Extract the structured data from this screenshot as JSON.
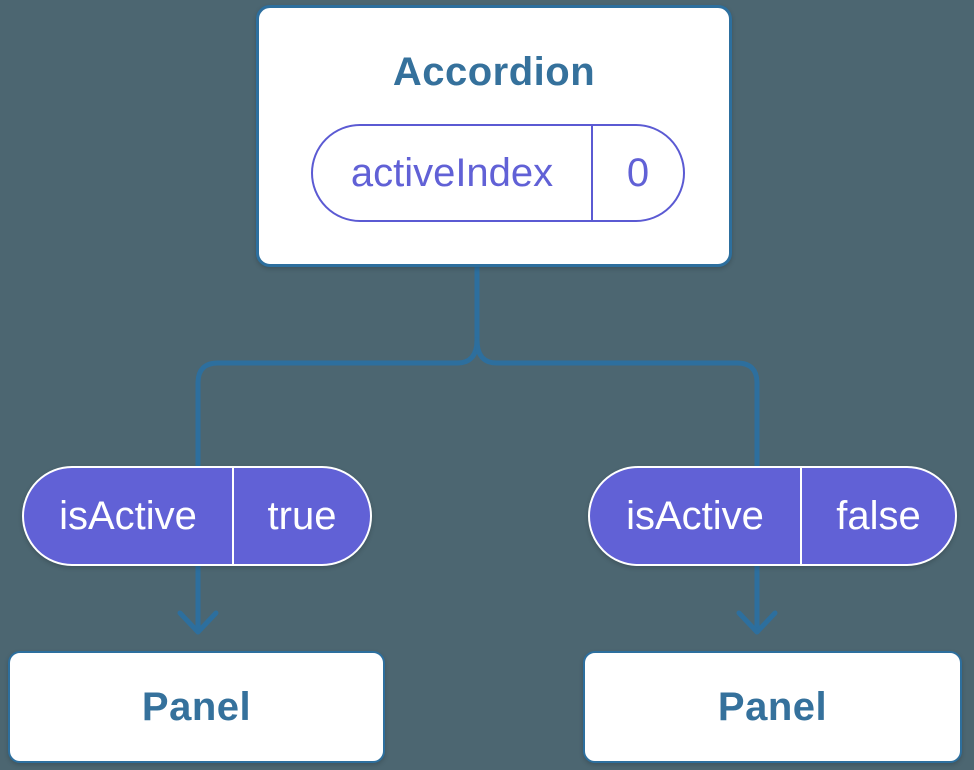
{
  "root": {
    "title": "Accordion",
    "state": {
      "name": "activeIndex",
      "value": "0"
    }
  },
  "children": [
    {
      "prop": {
        "name": "isActive",
        "value": "true"
      },
      "panel": "Panel"
    },
    {
      "prop": {
        "name": "isActive",
        "value": "false"
      },
      "panel": "Panel"
    }
  ],
  "colors": {
    "background": "#4c6671",
    "line": "#2d6f9e",
    "text_blue": "#35719c",
    "purple_fill": "#6161d6",
    "purple_border": "#5b5ad3",
    "purple_text": "#6161d6",
    "white": "#ffffff"
  }
}
